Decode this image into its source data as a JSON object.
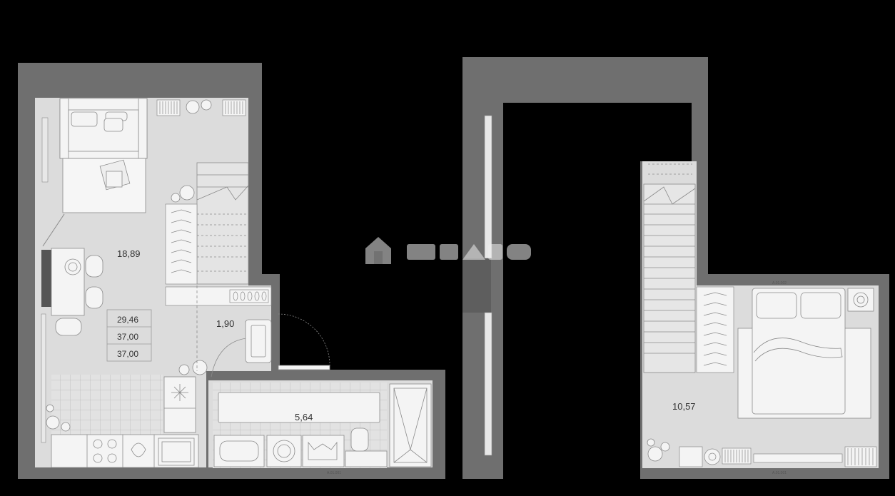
{
  "colors": {
    "background": "#000000",
    "wall": "#6f6f6f",
    "floor": "#dcdcdc",
    "furniture": "#f4f4f4",
    "line": "#8a8a8a"
  },
  "areas": {
    "living": "18,89",
    "hall": "1,90",
    "bath": "5,64",
    "bedroom": "10,57"
  },
  "summary": {
    "living_area": "29,46",
    "total_area": "37,00",
    "total_with_balcony": "37,00"
  },
  "codes": {
    "lower_level": "A.01.001",
    "upper_level": "A.01.002",
    "upper_level_bottom": "A.01.001"
  },
  "icons": [
    "plant-icon",
    "stove-icon",
    "washing-machine-icon",
    "hanger-icon",
    "bed-icon",
    "sofa-icon",
    "shower-icon",
    "radiator-icon"
  ]
}
